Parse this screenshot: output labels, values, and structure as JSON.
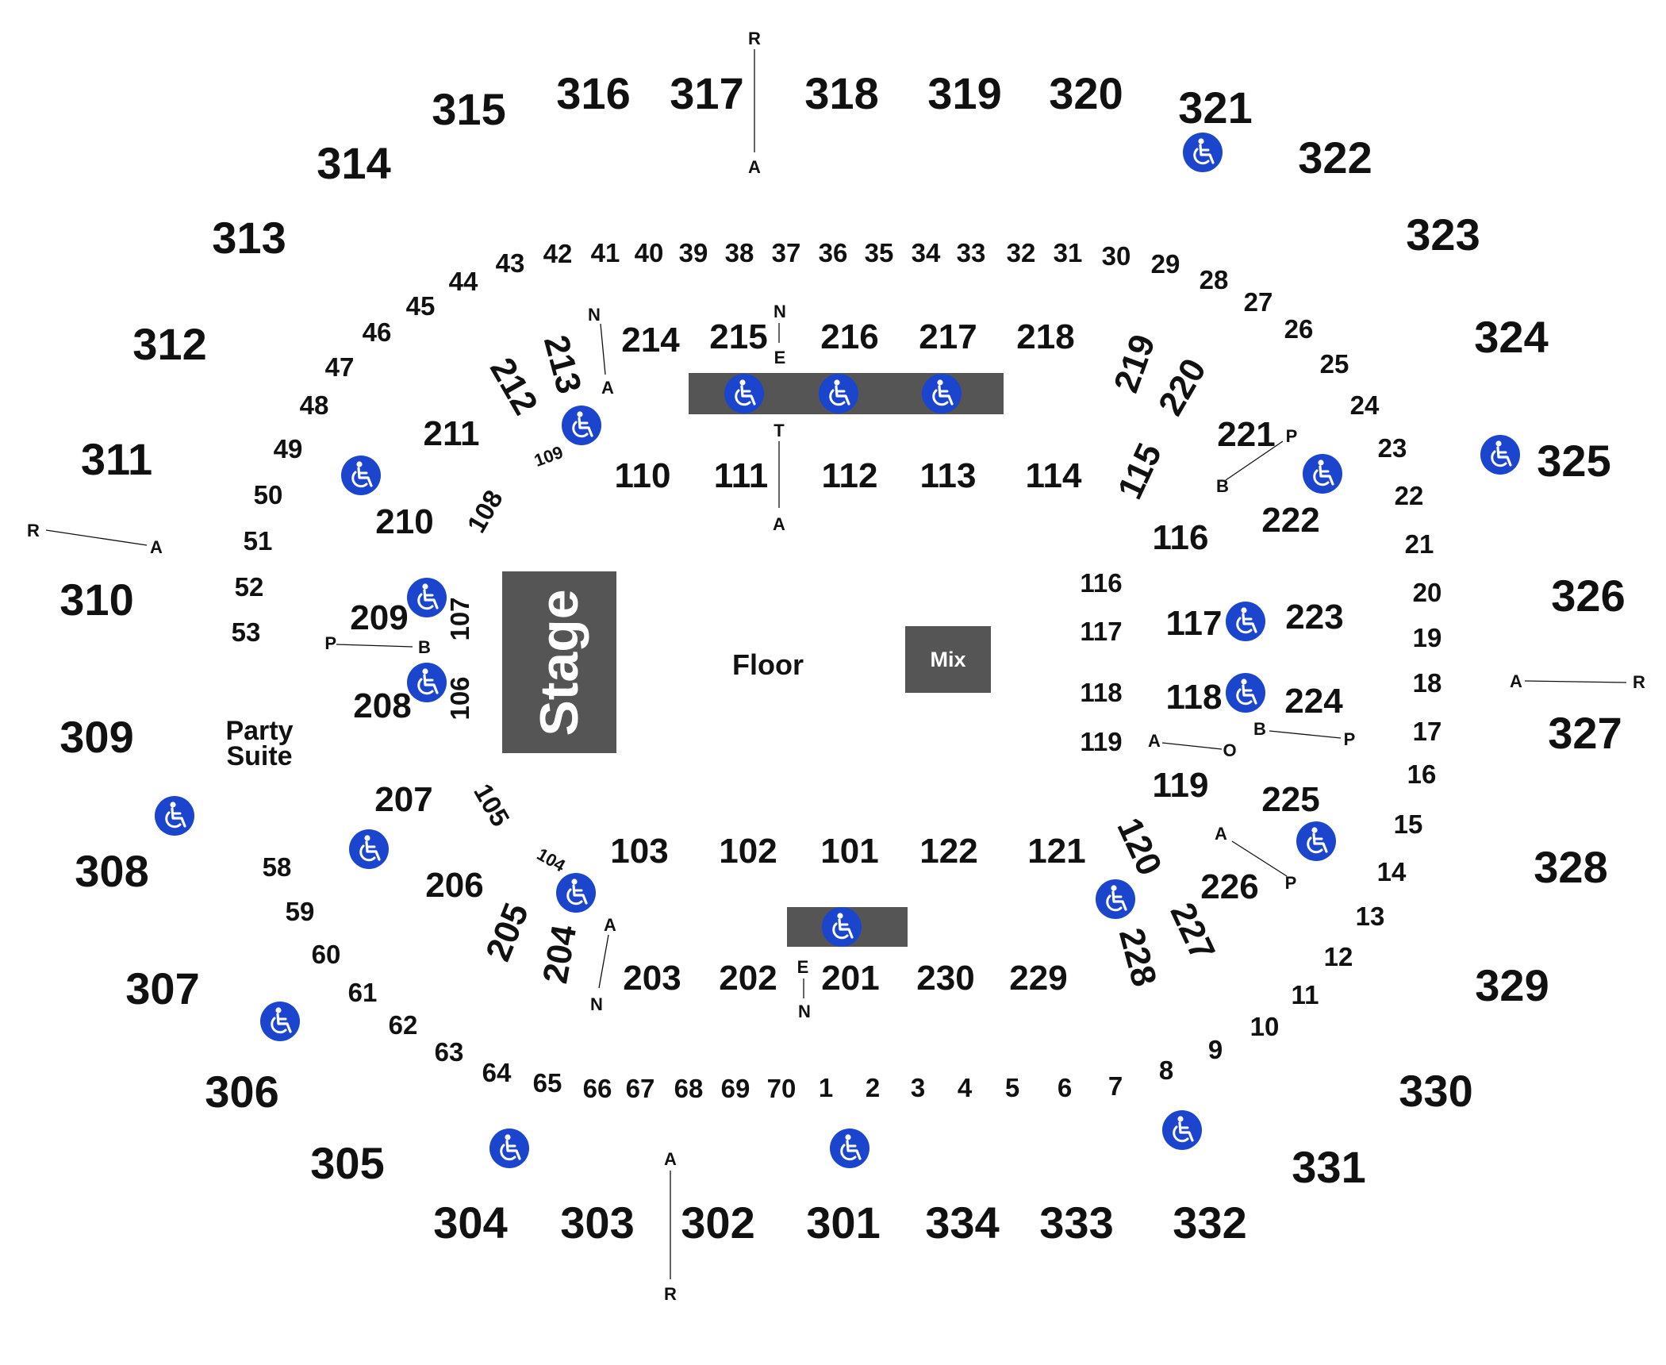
{
  "venue_map": {
    "stage_label": "Stage",
    "floor_label": "Floor",
    "mix_label": "Mix",
    "party_suite": [
      "Party",
      "Suite"
    ],
    "colors": {
      "accessible": "#1a45cc",
      "block": "#555555",
      "text": "#111111"
    },
    "icons": [
      "wheelchair-icon"
    ],
    "sections_300": [
      "301",
      "302",
      "303",
      "304",
      "305",
      "306",
      "307",
      "308",
      "309",
      "310",
      "311",
      "312",
      "313",
      "314",
      "315",
      "316",
      "317",
      "318",
      "319",
      "320",
      "321",
      "322",
      "323",
      "324",
      "325",
      "326",
      "327",
      "328",
      "329",
      "330",
      "331",
      "332",
      "333",
      "334"
    ],
    "sections_200": [
      "201",
      "202",
      "203",
      "204",
      "205",
      "206",
      "207",
      "208",
      "209",
      "210",
      "211",
      "212",
      "213",
      "214",
      "215",
      "216",
      "217",
      "218",
      "219",
      "220",
      "221",
      "222",
      "223",
      "224",
      "225",
      "226",
      "227",
      "228",
      "229",
      "230"
    ],
    "sections_100": [
      "101",
      "102",
      "103",
      "104",
      "105",
      "106",
      "107",
      "108",
      "109",
      "110",
      "111",
      "112",
      "113",
      "114",
      "115",
      "116",
      "117",
      "118",
      "119",
      "120",
      "121",
      "122"
    ],
    "floor_rows": [
      "116",
      "117",
      "118",
      "119"
    ],
    "suite_numbers": [
      "1",
      "2",
      "3",
      "4",
      "5",
      "6",
      "7",
      "8",
      "9",
      "10",
      "11",
      "12",
      "13",
      "14",
      "15",
      "16",
      "17",
      "18",
      "19",
      "20",
      "21",
      "22",
      "23",
      "24",
      "25",
      "26",
      "27",
      "28",
      "29",
      "30",
      "31",
      "32",
      "33",
      "34",
      "35",
      "36",
      "37",
      "38",
      "39",
      "40",
      "41",
      "42",
      "43",
      "44",
      "45",
      "46",
      "47",
      "48",
      "49",
      "50",
      "51",
      "52",
      "53",
      "58",
      "59",
      "60",
      "61",
      "62",
      "63",
      "64",
      "65",
      "66",
      "67",
      "68",
      "69",
      "70"
    ],
    "row_markers": {
      "r_a": [
        "R",
        "A"
      ],
      "n_a": [
        "N",
        "A"
      ],
      "e_n": [
        "E",
        "N"
      ],
      "t_a": [
        "T",
        "A"
      ],
      "p_b": [
        "P",
        "B"
      ],
      "a_o": [
        "A",
        "O"
      ],
      "b_p": [
        "B",
        "P"
      ],
      "a_p": [
        "A",
        "P"
      ],
      "a_r": [
        "A",
        "R"
      ]
    }
  }
}
